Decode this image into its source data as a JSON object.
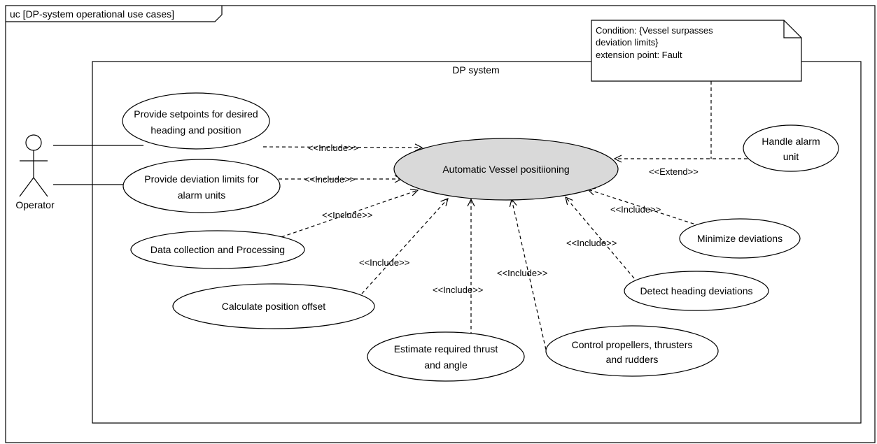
{
  "frame": {
    "title": "uc [DP-system operational use cases]"
  },
  "system": {
    "name": "DP system"
  },
  "actor": {
    "name": "Operator"
  },
  "use_cases": {
    "main": "Automatic Vessel positiioning",
    "setpoints": [
      "Provide setpoints for desired",
      "heading and position"
    ],
    "deviation_limits": [
      "Provide deviation limits for",
      "alarm units"
    ],
    "data_collection": "Data collection and Processing",
    "position_offset": "Calculate position offset",
    "thrust": [
      "Estimate required thrust",
      "and angle"
    ],
    "propellers": [
      "Control propellers, thrusters",
      "and rudders"
    ],
    "heading_deviations": "Detect heading deviations",
    "minimize": "Minimize deviations",
    "alarm": [
      "Handle alarm",
      "unit"
    ]
  },
  "relations": {
    "include": "<<Include>>",
    "extend": "<<Extend>>"
  },
  "note": {
    "lines": [
      "Condition: {Vessel surpasses",
      "deviation limits}",
      "extension point: Fault"
    ]
  }
}
